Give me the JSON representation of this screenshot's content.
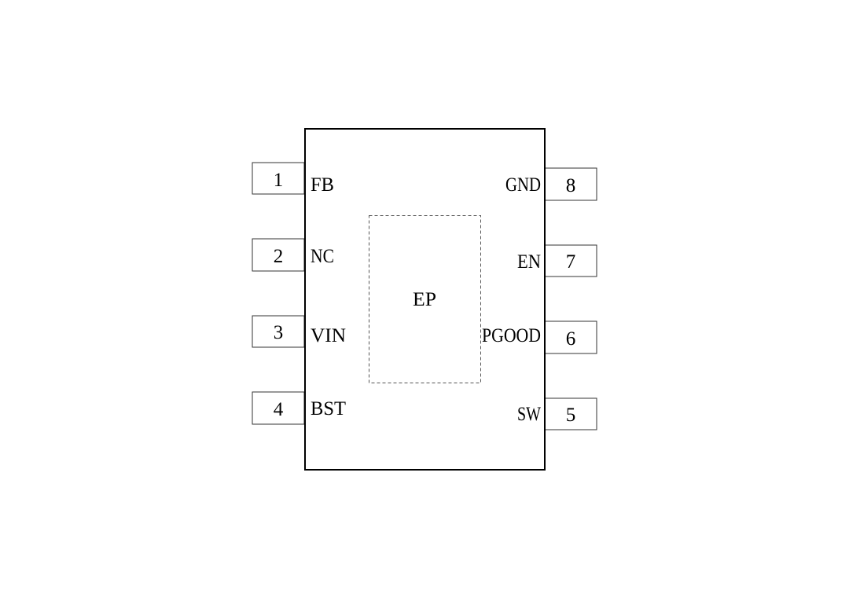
{
  "package": {
    "exposed_pad_label": "EP",
    "left_pins": [
      {
        "number": "1",
        "name": "FB"
      },
      {
        "number": "2",
        "name": "NC"
      },
      {
        "number": "3",
        "name": "VIN"
      },
      {
        "number": "4",
        "name": "BST"
      }
    ],
    "right_pins": [
      {
        "number": "8",
        "name": "GND"
      },
      {
        "number": "7",
        "name": "EN"
      },
      {
        "number": "6",
        "name": "PGOOD"
      },
      {
        "number": "5",
        "name": "SW"
      }
    ]
  }
}
